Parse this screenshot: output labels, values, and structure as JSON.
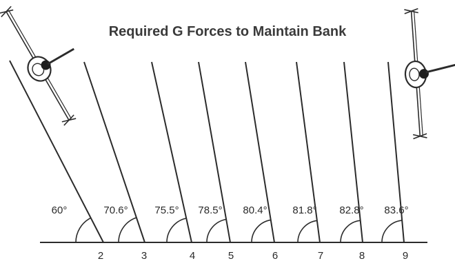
{
  "title": "Required G Forces to Maintain Bank",
  "banks": [
    {
      "angle_label": "60°",
      "g_label": "2"
    },
    {
      "angle_label": "70.6°",
      "g_label": "3"
    },
    {
      "angle_label": "75.5°",
      "g_label": "4"
    },
    {
      "angle_label": "78.5°",
      "g_label": "5"
    },
    {
      "angle_label": "80.4°",
      "g_label": "6"
    },
    {
      "angle_label": "81.8°",
      "g_label": "7"
    },
    {
      "angle_label": "82.8°",
      "g_label": "8"
    },
    {
      "angle_label": "83.6°",
      "g_label": "9"
    }
  ],
  "icons": {
    "left": "banked-aircraft-icon",
    "right": "near-vertical-aircraft-icon"
  }
}
